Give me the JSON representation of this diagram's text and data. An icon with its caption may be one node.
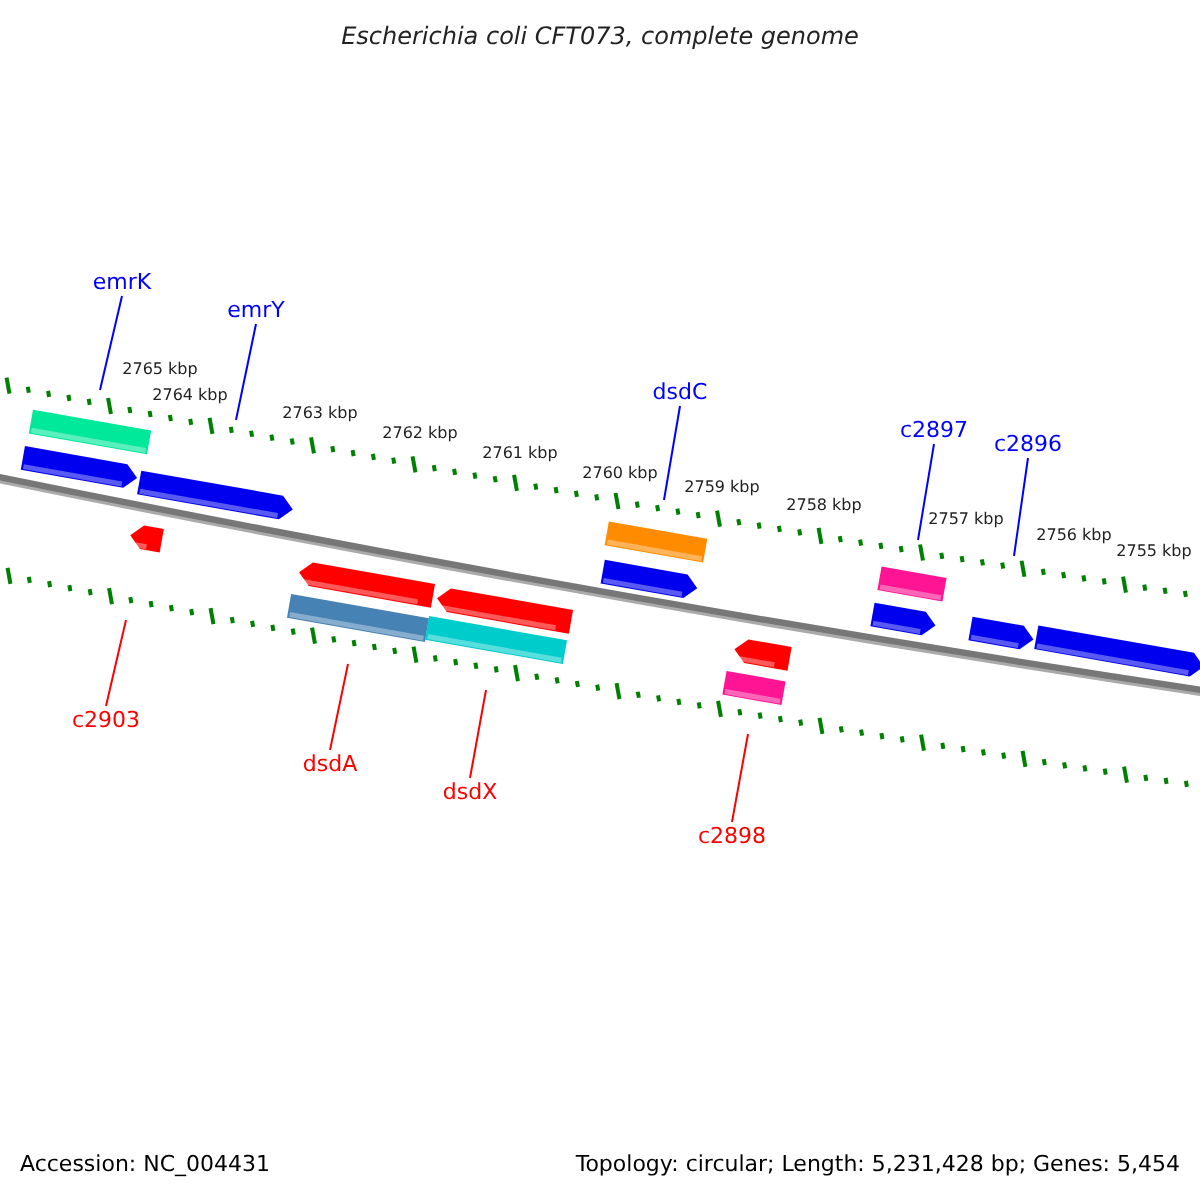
{
  "diagram": {
    "title": "Escherichia coli CFT073, complete genome",
    "nodes": [
      {
        "text": [
          "emrK"
        ]
      },
      {
        "text": [
          "emrY"
        ]
      },
      {
        "text": [
          "dsdC"
        ]
      },
      {
        "text": [
          "c2897"
        ]
      },
      {
        "text": [
          "c2896"
        ]
      },
      {
        "text": [
          "c2903"
        ]
      },
      {
        "text": [
          "dsdA"
        ]
      },
      {
        "text": [
          "dsdX"
        ]
      },
      {
        "text": [
          "c2898"
        ]
      }
    ],
    "edges": [
      {
        "from": 0,
        "to": null,
        "arrow": "none"
      },
      {
        "from": 1,
        "to": null,
        "arrow": "none"
      },
      {
        "from": 2,
        "to": null,
        "arrow": "none"
      },
      {
        "from": 3,
        "to": null,
        "arrow": "none"
      },
      {
        "from": 4,
        "to": null,
        "arrow": "none"
      },
      {
        "from": 5,
        "to": null,
        "arrow": "none",
        "color": "#ff0000"
      },
      {
        "from": 6,
        "to": null,
        "arrow": "none",
        "color": "#ff0000"
      },
      {
        "from": 7,
        "to": null,
        "arrow": "none",
        "color": "#ff0000"
      },
      {
        "from": 8,
        "to": null,
        "arrow": "none",
        "color": "#ff0000"
      }
    ],
    "labels": [
      "2765 kbp",
      "2764 kbp",
      "2763 kbp",
      "2762 kbp",
      "2761 kbp",
      "2760 kbp",
      "2759 kbp",
      "2758 kbp",
      "2757 kbp",
      "2756 kbp",
      "2755 kbp",
      "Accession: NC_004431",
      "Topology: circular; Length: 5,231,428 bp; Genes: 5,454"
    ]
  }
}
